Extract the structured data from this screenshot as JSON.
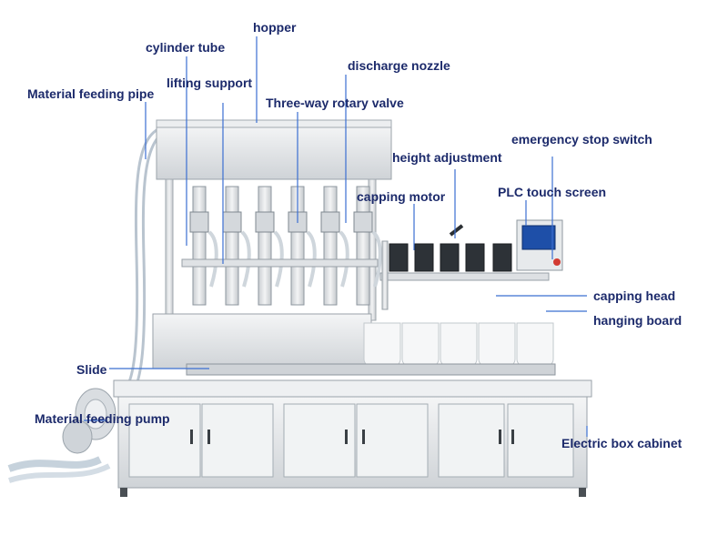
{
  "labels": {
    "hopper": "hopper",
    "cylinder_tube": "cylinder tube",
    "discharge_nozzle": "discharge nozzle",
    "lifting_support": "lifting support",
    "material_feeding_pipe": "Material feeding pipe",
    "three_way_rotary_valve": "Three-way rotary valve",
    "emergency_stop_switch": "emergency stop switch",
    "height_adjustment": "height adjustment",
    "plc_touch_screen": "PLC touch screen",
    "capping_motor": "capping motor",
    "capping_head": "capping head",
    "hanging_board": "hanging board",
    "slide": "Slide",
    "material_feeding_pump": "Material feeding pump",
    "electric_box_cabinet": "Electric box cabinet"
  },
  "colors": {
    "label_text": "#1c2a6b",
    "leader_line": "#3b6fd1",
    "steel": "#e6e8ea"
  }
}
